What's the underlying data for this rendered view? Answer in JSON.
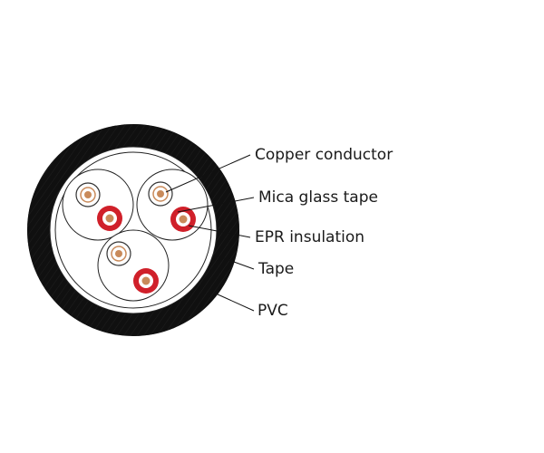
{
  "diagram": {
    "labels": {
      "copper_conductor": "Copper conductor",
      "mica_glass_tape": "Mica glass tape",
      "epr_insulation": "EPR insulation",
      "tape": "Tape",
      "pvc": "PVC"
    },
    "colors": {
      "pvc_sheath": "#111111",
      "tape_layer": "#ffffff",
      "insulation_red": "#d0202a",
      "insulation_white": "#ffffff",
      "copper": "#c98a5a",
      "leader_line": "#111111"
    }
  }
}
